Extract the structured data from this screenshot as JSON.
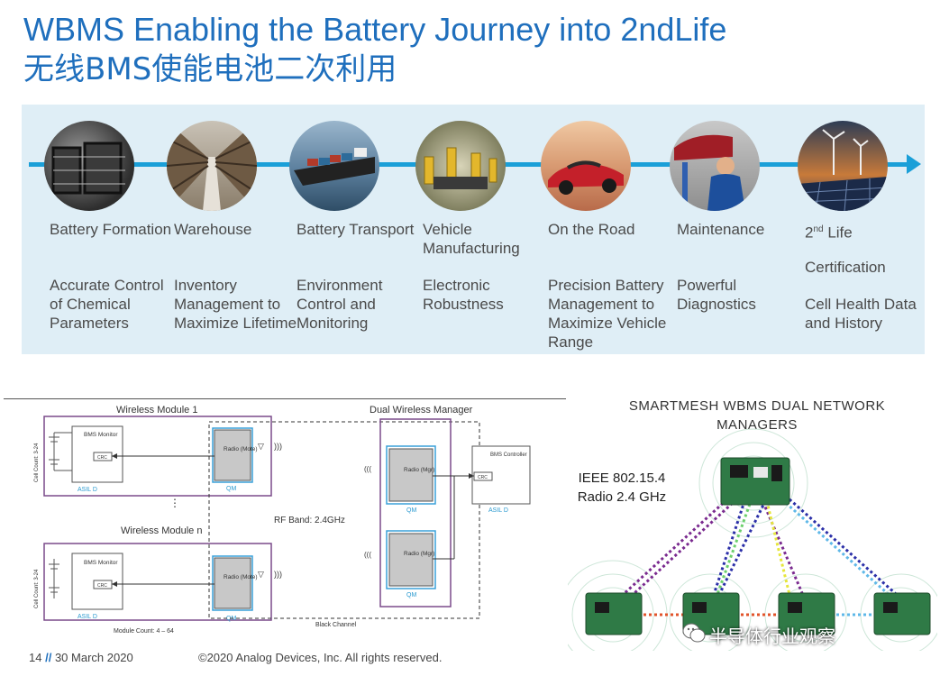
{
  "title": {
    "line1": "WBMS Enabling the Battery Journey into 2ndLife",
    "line2": "无线BMS使能电池二次利用"
  },
  "journey": {
    "stages": [
      {
        "name": "Battery Formation",
        "desc": "Accurate Control of Chemical Parameters"
      },
      {
        "name": "Warehouse",
        "desc": "Inventory Management to Maximize Lifetime"
      },
      {
        "name": "Battery Transport",
        "desc": "Environment Control and Monitoring"
      },
      {
        "name": "Vehicle Manufacturing",
        "desc": "Electronic Robustness"
      },
      {
        "name": "On the Road",
        "desc": "Precision Battery Management to Maximize Vehicle Range"
      },
      {
        "name": "Maintenance",
        "desc": "Powerful Diagnostics"
      },
      {
        "name_base": "2",
        "name_sup": "nd",
        "name_rest": " Life",
        "desc": "Certification",
        "desc2": "Cell Health Data and History"
      }
    ]
  },
  "diagram": {
    "wireless_module_1": "Wireless Module 1",
    "wireless_module_n": "Wireless Module n",
    "dual_manager": "Dual Wireless Manager",
    "cell_count": "Cell Count: 3-24",
    "bms_monitor": "BMS Monitor",
    "crc": "CRC",
    "radio_mote": "Radio (Mote)",
    "radio_mgr": "Radio (Mgr)",
    "qm": "QM",
    "asil_d": "ASIL D",
    "rf_band": "RF Band: 2.4GHz",
    "bms_controller": "BMS Controller",
    "module_count": "Module Count: 4 – 64",
    "black_channel": "Black Channel",
    "vdots": "⋮",
    "waves_right": ")))",
    "waves_left": "(((",
    "dash": "—"
  },
  "mesh": {
    "title": "SMARTMESH WBMS DUAL NETWORK MANAGERS",
    "radio": "IEEE 802.15.4 Radio 2.4 GHz",
    "watermark": "半导体行业观察",
    "link_colors": [
      "#7a2a8f",
      "#2b2fa8",
      "#6cd06c",
      "#e6e63a",
      "#5fb8e8",
      "#e2542b"
    ]
  },
  "footer": {
    "page": "14",
    "slash": "//",
    "date": "30 March 2020",
    "copyright": "©2020 Analog Devices, Inc. All rights reserved."
  }
}
